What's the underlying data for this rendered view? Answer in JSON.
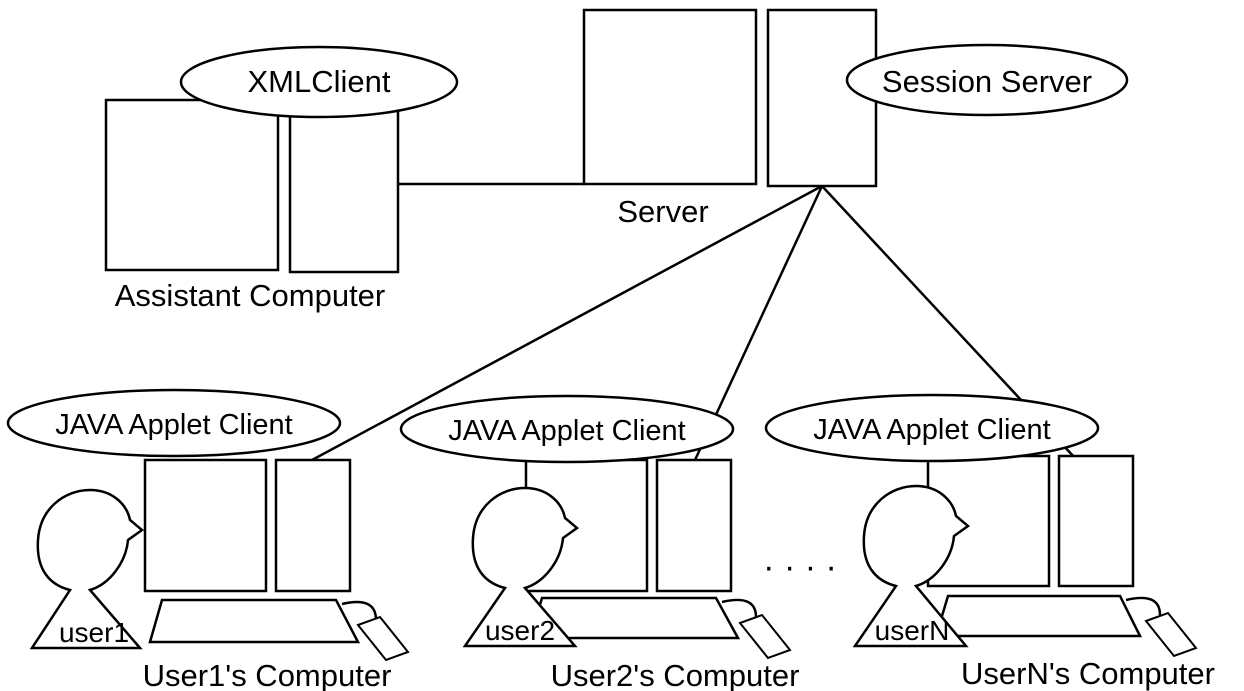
{
  "diagram": {
    "server": {
      "label": "Server",
      "process": "Session Server"
    },
    "assistant": {
      "label": "Assistant Computer",
      "process": "XMLClient"
    },
    "clients": [
      {
        "label": "User1's Computer",
        "user": "user1",
        "process": "JAVA Applet Client"
      },
      {
        "label": "User2's Computer",
        "user": "user2",
        "process": "JAVA Applet Client"
      },
      {
        "label": "UserN's Computer",
        "user": "userN",
        "process": "JAVA Applet Client"
      }
    ],
    "ellipsis": "· · · ·"
  }
}
